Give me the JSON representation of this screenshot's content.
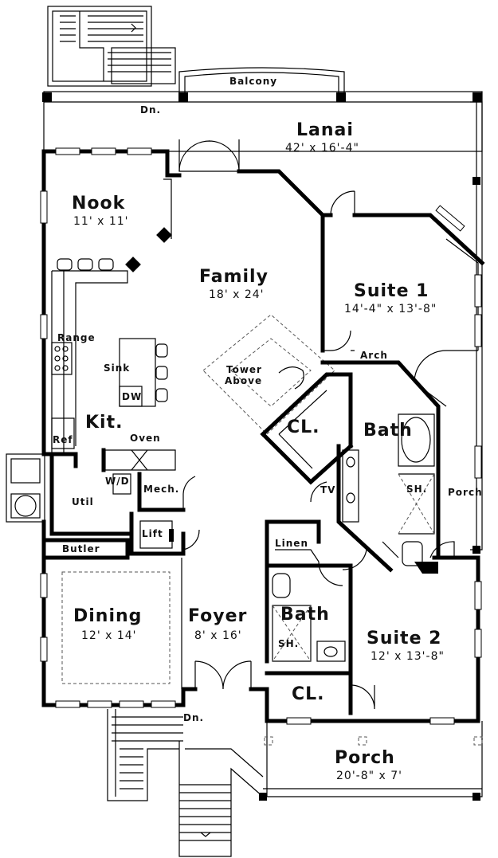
{
  "rooms": {
    "balcony": "Balcony",
    "lanai": "Lanai",
    "lanai_dim": "42' x 16'-4\"",
    "nook": "Nook",
    "nook_dim": "11' x 11'",
    "family": "Family",
    "family_dim": "18' x 24'",
    "suite1": "Suite 1",
    "suite1_dim": "14'-4\" x 13'-8\"",
    "tower": "Tower",
    "tower2": "Above",
    "arch": "Arch",
    "kit": "Kit.",
    "range": "Range",
    "sink": "Sink",
    "dw": "DW",
    "ref": "Ref",
    "oven": "Oven",
    "wd": "W/D",
    "util": "Util",
    "mech": "Mech.",
    "lift": "Lift",
    "butler": "Butler",
    "cl1": "CL.",
    "bath1": "Bath",
    "tv": "TV",
    "sh1": "SH.",
    "porch_side": "Porch",
    "linen": "Linen",
    "bath2": "Bath",
    "sh2": "SH.",
    "dining": "Dining",
    "dining_dim": "12' x 14'",
    "foyer": "Foyer",
    "foyer_dim": "8' x 16'",
    "suite2": "Suite 2",
    "suite2_dim": "12' x 13'-8\"",
    "cl2": "CL.",
    "porch": "Porch",
    "porch_dim": "20'-8\" x 7'",
    "dn_top": "Dn.",
    "dn_bottom": "Dn."
  }
}
